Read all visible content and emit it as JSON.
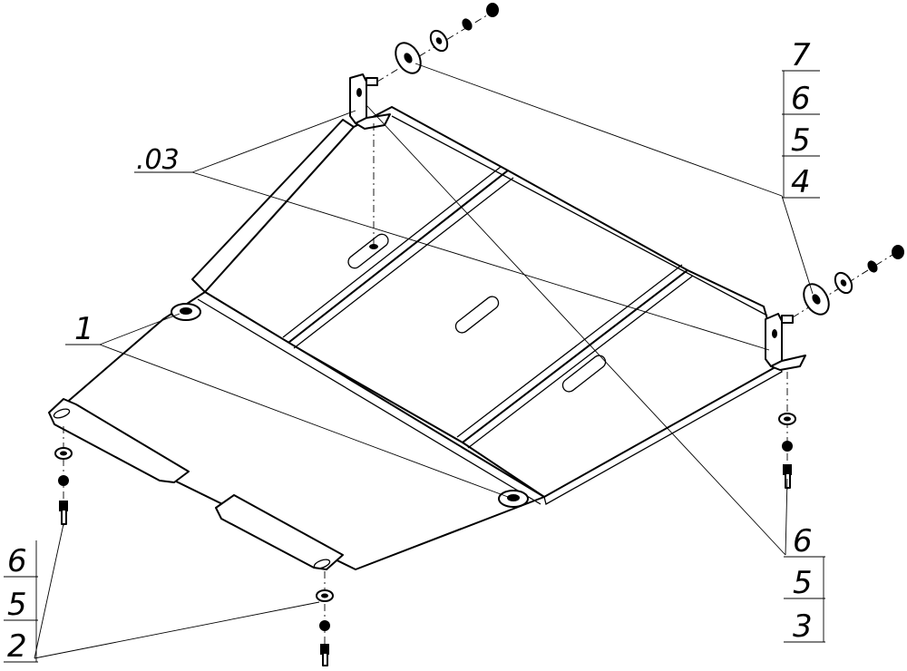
{
  "callouts": {
    "assembly": ".03",
    "guard": "1",
    "left_stack": [
      "6",
      "5",
      "2"
    ],
    "top_right_stack": [
      "7",
      "6",
      "5",
      "4"
    ],
    "bottom_right_stack": [
      "6",
      "5",
      "3"
    ]
  }
}
